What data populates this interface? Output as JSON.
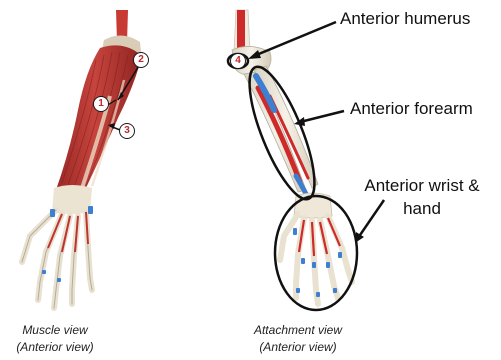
{
  "labels": {
    "marker_1": "1",
    "marker_2": "2",
    "marker_3": "3",
    "marker_4": "4",
    "anterior_humerus": "Anterior humerus",
    "anterior_forearm": "Anterior forearm",
    "anterior_wrist_hand": "Anterior wrist & hand"
  },
  "captions": {
    "muscle_view_line1": "Muscle view",
    "muscle_view_line2": "(Anterior view)",
    "attachment_view_line1": "Attachment view",
    "attachment_view_line2": "(Anterior view)"
  },
  "colors": {
    "muscle": "#b8312f",
    "muscle_dark": "#8e2220",
    "tendon": "#ecdcc4",
    "bone": "#f1ece0",
    "attachment_red": "#cf2a2a",
    "attachment_blue": "#3d7fd0",
    "outline": "#111111"
  }
}
